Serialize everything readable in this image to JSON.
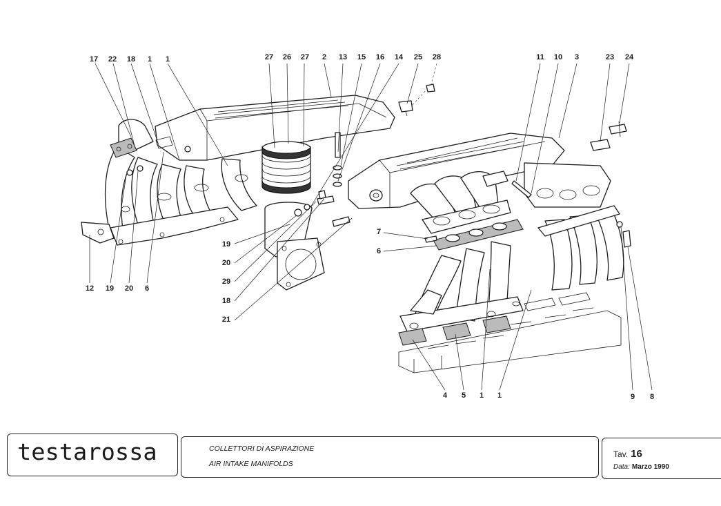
{
  "diagram": {
    "callouts_top_left": [
      "17",
      "22",
      "18",
      "1",
      "1"
    ],
    "callouts_top_center": [
      "27",
      "26",
      "27",
      "2",
      "13",
      "15",
      "16",
      "14",
      "25",
      "28"
    ],
    "callouts_top_right": [
      "11",
      "10",
      "3",
      "23",
      "24"
    ],
    "callouts_bottom_left": [
      "12",
      "19",
      "20",
      "6"
    ],
    "callouts_center_left": [
      "19",
      "20",
      "29",
      "18",
      "21"
    ],
    "callouts_center": [
      "7",
      "6"
    ],
    "callouts_bottom_right": [
      "4",
      "5",
      "1",
      "1",
      "9",
      "8"
    ]
  },
  "title_block": {
    "logo": "testarossa",
    "title_it": "COLLETTORI DI ASPIRAZIONE",
    "title_en": "AIR INTAKE MANIFOLDS",
    "sheet_label": "Tav.",
    "sheet_number": "16",
    "date_label": "Data:",
    "date_value": "Marzo 1990"
  }
}
